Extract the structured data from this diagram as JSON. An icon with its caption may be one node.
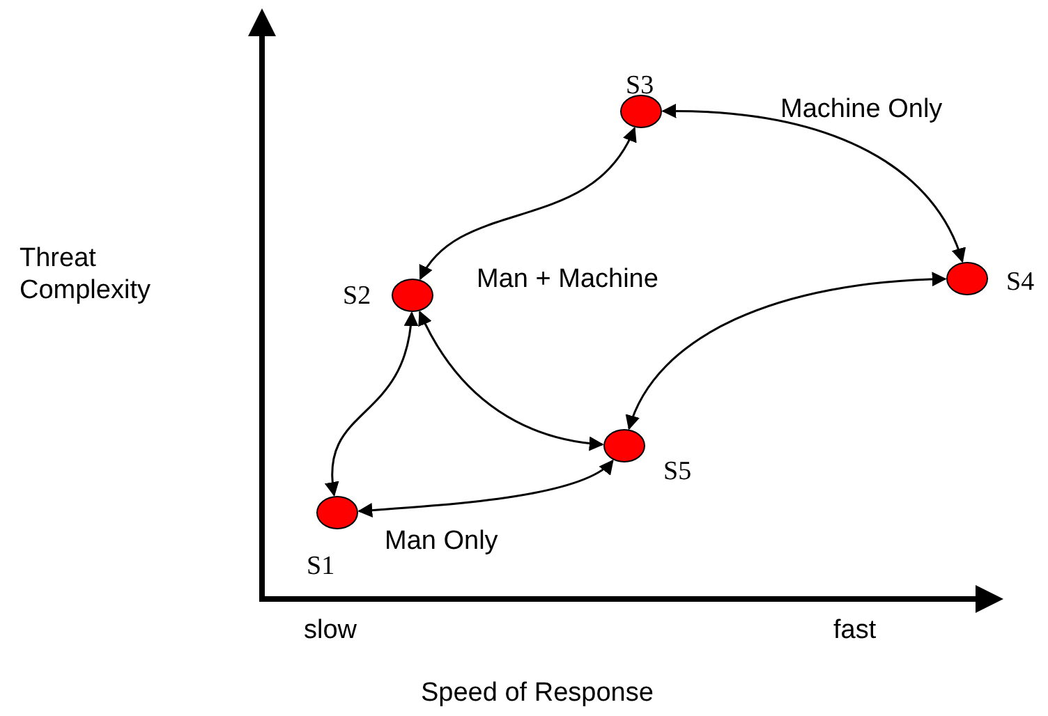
{
  "diagram": {
    "nodes": [
      {
        "text": [],
        "shape": "circle",
        "beside": [
          "S1"
        ]
      },
      {
        "text": [],
        "shape": "circle",
        "beside": [
          "S2"
        ]
      },
      {
        "text": [],
        "shape": "circle",
        "beside": [
          "S5"
        ]
      },
      {
        "text": [],
        "shape": "circle",
        "beside": [
          "S3"
        ]
      },
      {
        "text": [],
        "shape": "circle",
        "beside": [
          "S4"
        ]
      }
    ],
    "edges": [
      {
        "from": 0,
        "to": 1,
        "arrow": "both"
      },
      {
        "from": 0,
        "to": 2,
        "arrow": "both"
      },
      {
        "from": 1,
        "to": 3,
        "arrow": "both"
      },
      {
        "from": 1,
        "to": 2,
        "arrow": "both"
      },
      {
        "from": 3,
        "to": 4,
        "arrow": "both"
      },
      {
        "from": 4,
        "to": 2,
        "arrow": "both"
      }
    ],
    "labels": [
      "Machine Only",
      "Threat Complexity",
      "Man + Machine",
      "Man Only",
      "slow",
      "fast",
      "Speed of Response"
    ]
  }
}
